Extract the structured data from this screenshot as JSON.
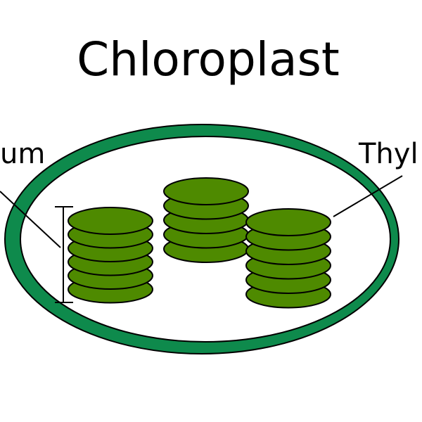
{
  "title": "Chloroplast",
  "labels": {
    "left": "um",
    "right": "Thyl"
  },
  "colors": {
    "membrane": "#0e8a4c",
    "membrane_inner": "#ffffff",
    "disk_fill": "#4e8a00",
    "outline": "#000000",
    "background": "#ffffff"
  },
  "stacks": [
    {
      "disks": 6
    },
    {
      "disks": 5
    },
    {
      "disks": 6
    }
  ]
}
